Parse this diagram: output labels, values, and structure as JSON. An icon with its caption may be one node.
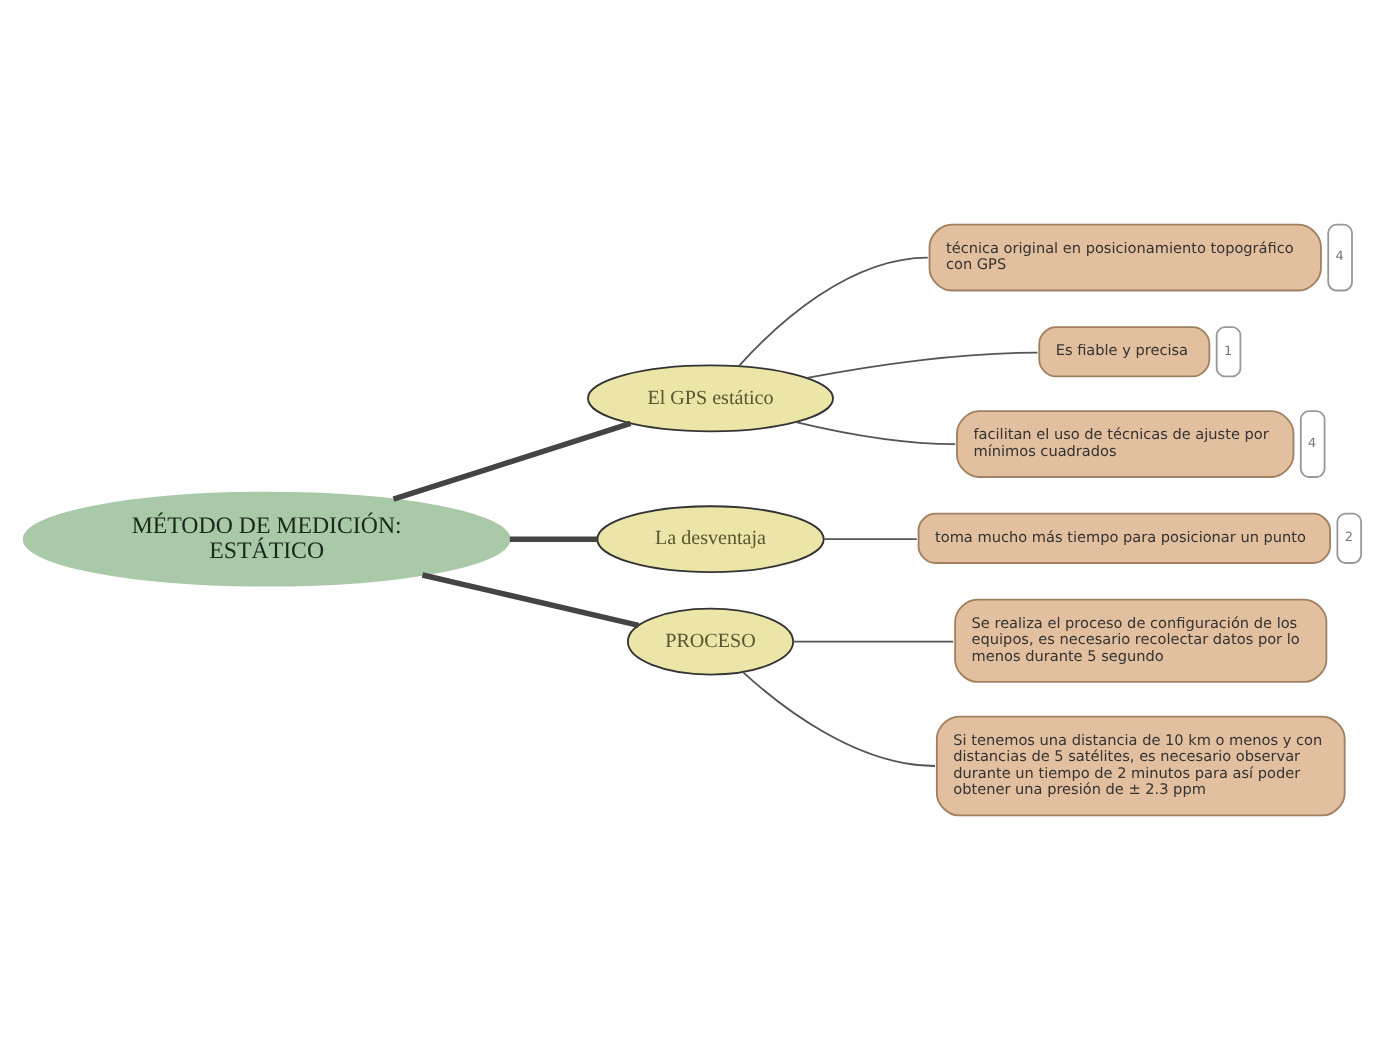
{
  "diagram": {
    "nodes": [
      {
        "text": [
          "MÉTODO DE MEDICIÓN: ESTÁTICO"
        ]
      },
      {
        "text": [
          "El GPS estático"
        ]
      },
      {
        "text": [
          "técnica original en posicionamiento topográfico con GPS"
        ],
        "beside": [
          "4"
        ]
      },
      {
        "text": [
          "Es fiable y precisa"
        ],
        "beside": [
          "1"
        ]
      },
      {
        "text": [
          "facilitan el uso de técnicas de ajuste por mínimos cuadrados"
        ],
        "beside": [
          "4"
        ]
      },
      {
        "text": [
          "La desventaja"
        ]
      },
      {
        "text": [
          "toma mucho más tiempo para posicionar un punto"
        ],
        "beside": [
          "2"
        ]
      },
      {
        "text": [
          "PROCESO"
        ]
      },
      {
        "text": [
          "Se realiza el proceso de configuración de los equipos, es necesario recolectar datos por lo menos durante 5 segundo"
        ]
      },
      {
        "text": [
          "Si tenemos una distancia de 10 km o menos y con distancias de 5 satélites, es necesario observar durante un tiempo de 2 minutos para así poder obtener una presión de ± 2.3 ppm"
        ]
      }
    ],
    "edges": [
      {
        "from": 0,
        "to": 1,
        "arrow": "none",
        "style": "thick",
        "color": "#444444"
      },
      {
        "from": 1,
        "to": 2,
        "arrow": "none"
      },
      {
        "from": 1,
        "to": 3,
        "arrow": "none"
      },
      {
        "from": 1,
        "to": 4,
        "arrow": "none"
      },
      {
        "from": 0,
        "to": 5,
        "arrow": "none",
        "style": "thick",
        "color": "#444444"
      },
      {
        "from": 5,
        "to": 6,
        "arrow": "none"
      },
      {
        "from": 0,
        "to": 7,
        "arrow": "none",
        "style": "thick",
        "color": "#444444"
      },
      {
        "from": 7,
        "to": 8,
        "arrow": "none"
      },
      {
        "from": 7,
        "to": 9,
        "arrow": "none"
      }
    ]
  }
}
